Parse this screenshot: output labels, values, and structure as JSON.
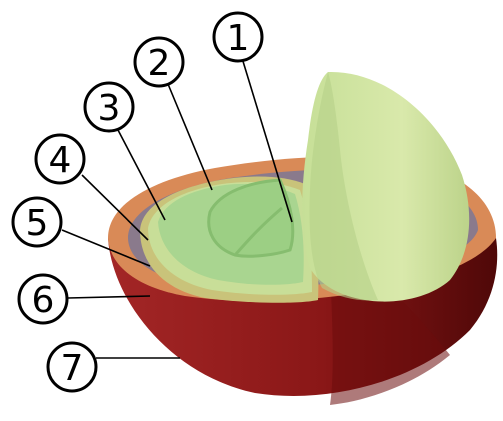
{
  "callouts": [
    {
      "number": "1"
    },
    {
      "number": "2"
    },
    {
      "number": "3"
    },
    {
      "number": "4"
    },
    {
      "number": "5"
    },
    {
      "number": "6"
    },
    {
      "number": "7"
    }
  ],
  "colors": {
    "skin_red": "#8e1b1b",
    "skin_dark": "#5a0c0c",
    "pulp_orange": "#d98a57",
    "parchment_purple": "#8a7a8c",
    "silverskin": "#c9c37a",
    "bean_green": "#b7dc8c",
    "bean_light": "#d6e8a8",
    "center_cut": "#9ccf84"
  }
}
